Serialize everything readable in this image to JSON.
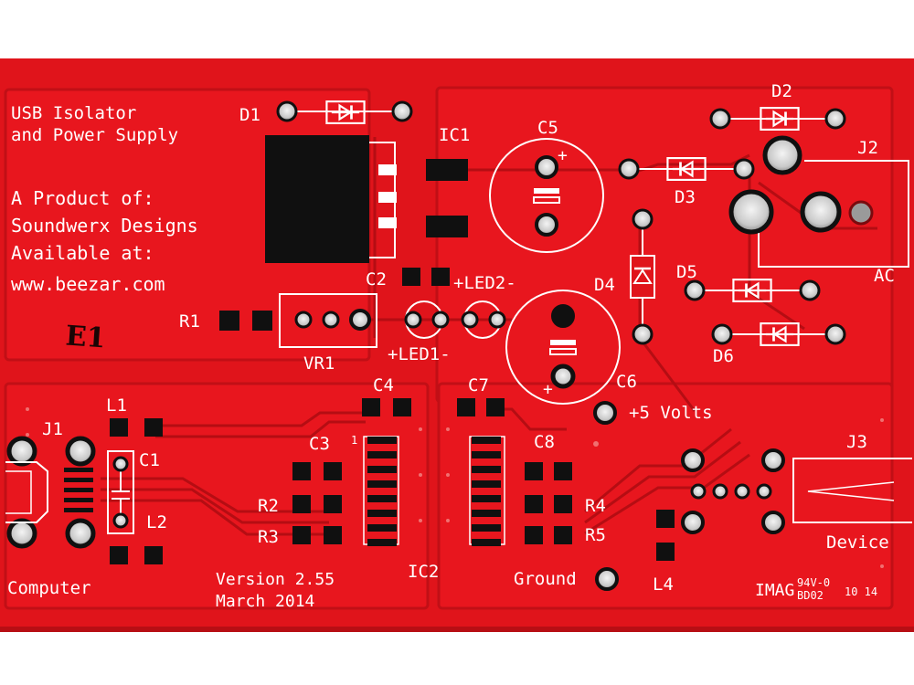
{
  "colors": {
    "board": "#e0141b",
    "board_dark": "#b70e14",
    "pour": "#ea1820",
    "silkscreen": "#ffffff",
    "pad": "#101010",
    "hole_plating": "#c8c8c8",
    "background": "#ffffff"
  },
  "board_text": {
    "title_line1": "USB Isolator",
    "title_line2": "and Power Supply",
    "product_line1": "A Product of:",
    "product_line2": "Soundwerx Designs",
    "available_line1": "Available at:",
    "available_line2": "www.beezar.com",
    "handwritten_mark": "E1",
    "version": "Version 2.55",
    "date": "March 2014",
    "volts_label": "+5 Volts",
    "ground_label": "Ground",
    "computer_label": "Computer",
    "device_label": "Device",
    "ac_label": "AC",
    "fab_code_main": "IMAG",
    "fab_code_sup": "94V-0",
    "fab_code_sub": "BD02",
    "fab_date": "10 14"
  },
  "designators": {
    "D1": "D1",
    "D2": "D2",
    "D3": "D3",
    "D4": "D4",
    "D5": "D5",
    "D6": "D6",
    "IC1": "IC1",
    "IC2": "IC2",
    "C1": "C1",
    "C2": "C2",
    "C3": "C3",
    "C4": "C4",
    "C5": "C5",
    "C6": "C6",
    "C7": "C7",
    "C8": "C8",
    "R1": "R1",
    "R2": "R2",
    "R3": "R3",
    "R4": "R4",
    "R5": "R5",
    "L1": "L1",
    "L2": "L2",
    "L4": "L4",
    "J1": "J1",
    "J2": "J2",
    "J3": "J3",
    "VR1": "VR1",
    "LED1": "+LED1-",
    "LED2": "+LED2-",
    "pin1": "1",
    "plus": "+"
  },
  "icons": {
    "diode": "diode-symbol-icon",
    "via": "plated-hole-icon",
    "smd_pad": "smd-pad-icon"
  }
}
